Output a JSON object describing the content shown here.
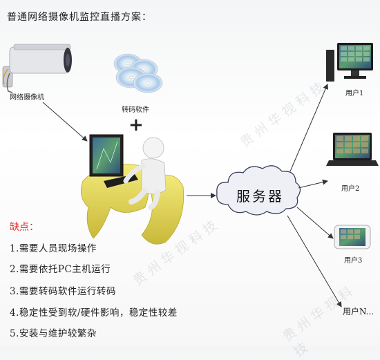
{
  "title": "普通网络摄像机监控直播方案：",
  "camera": {
    "label": "网络摄像机"
  },
  "software": {
    "label": "转码软件"
  },
  "plus": "+",
  "server": {
    "label": "服务器"
  },
  "users": [
    {
      "label": "用户1"
    },
    {
      "label": "用户2"
    },
    {
      "label": "用户3"
    },
    {
      "label": "用户N..."
    }
  ],
  "disadvantages": {
    "title": "缺点：",
    "items": [
      "1.需要人员现场操作",
      "2.需要依托PC主机运行",
      "3.需要转码软件运行转码",
      "4.稳定性受到软/硬件影响，稳定性较差",
      "5.安装与维护较繁杂"
    ]
  },
  "watermark": "贵州华视科技",
  "colors": {
    "accent_red": "#e0322f",
    "chair_yellow": "#e8dc5a",
    "server_cloud": "#eef0f6"
  }
}
